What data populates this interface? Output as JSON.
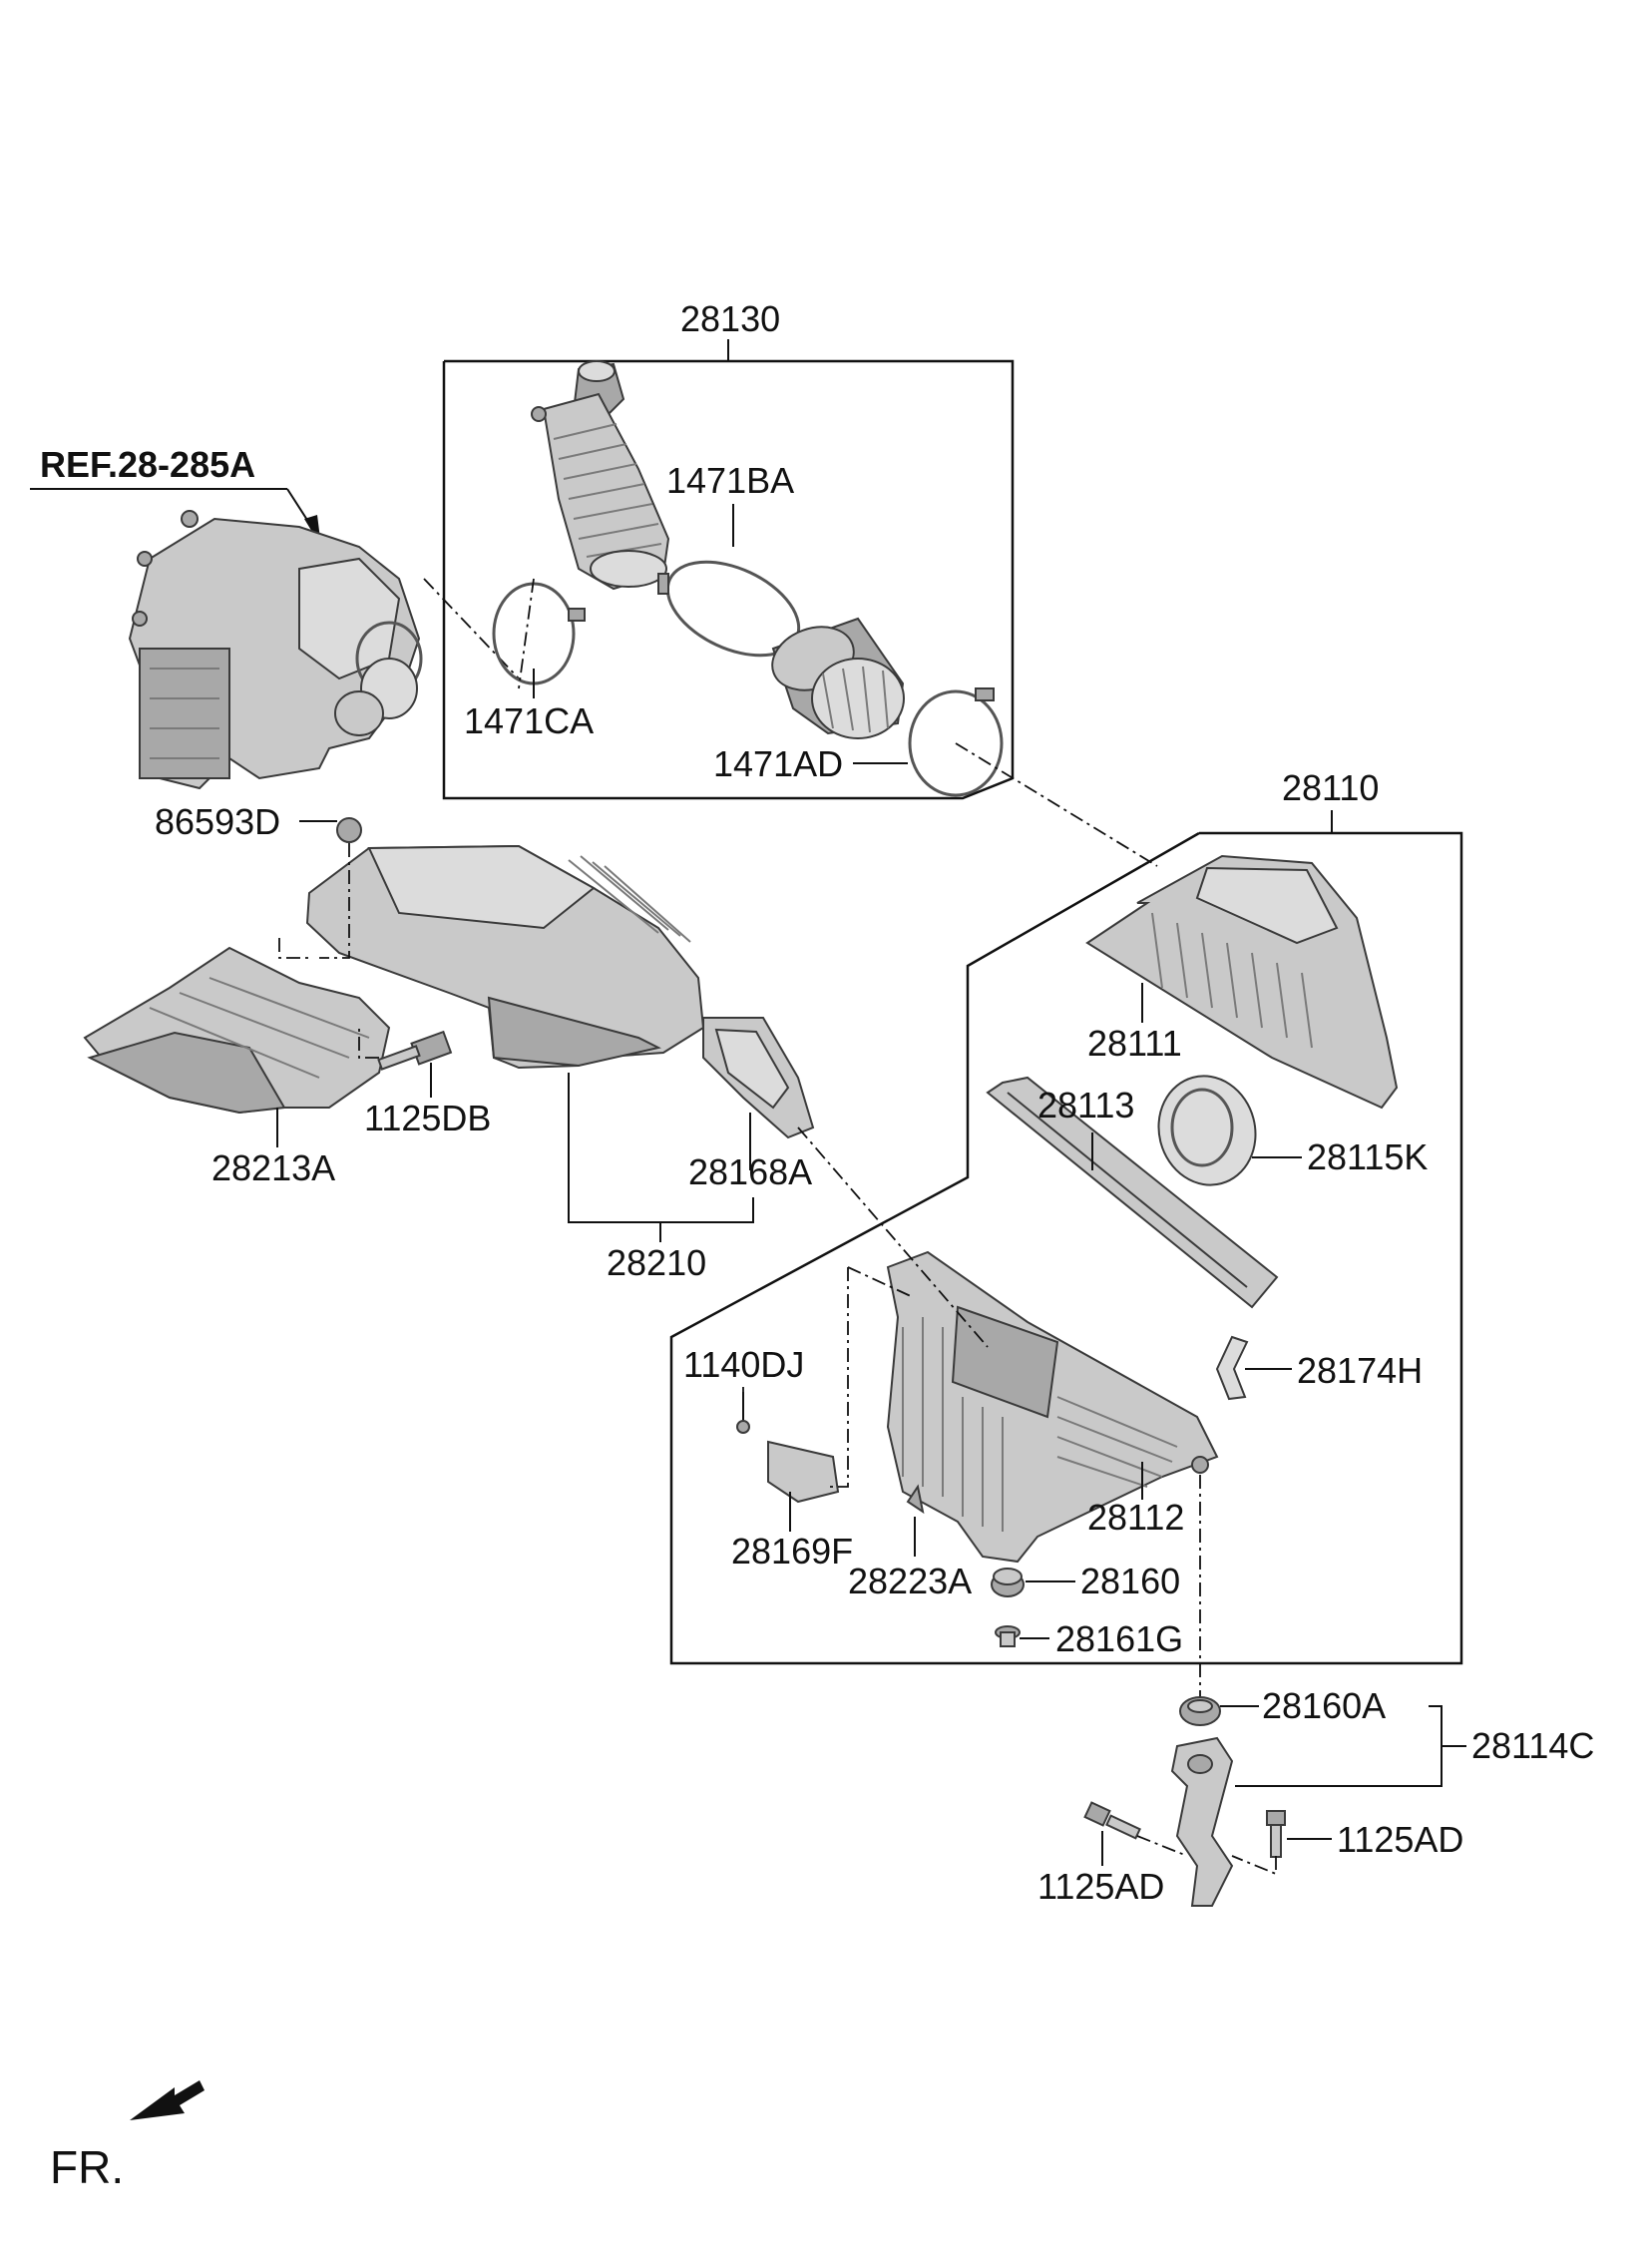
{
  "diagram": {
    "reference_label": "REF.28-285A",
    "direction_label": "FR.",
    "parts": {
      "p28130": "28130",
      "p1471BA": "1471BA",
      "p1471CA": "1471CA",
      "p1471AD": "1471AD",
      "p28110": "28110",
      "p86593D": "86593D",
      "p28111": "28111",
      "p1125DB": "1125DB",
      "p28213A": "28213A",
      "p28113": "28113",
      "p28115K": "28115K",
      "p28168A": "28168A",
      "p28210": "28210",
      "p1140DJ": "1140DJ",
      "p28174H": "28174H",
      "p28112": "28112",
      "p28169F": "28169F",
      "p28223A": "28223A",
      "p28160": "28160",
      "p28161G": "28161G",
      "p28160A": "28160A",
      "p28114C": "28114C",
      "p1125AD_right": "1125AD",
      "p1125AD_left": "1125AD"
    }
  }
}
